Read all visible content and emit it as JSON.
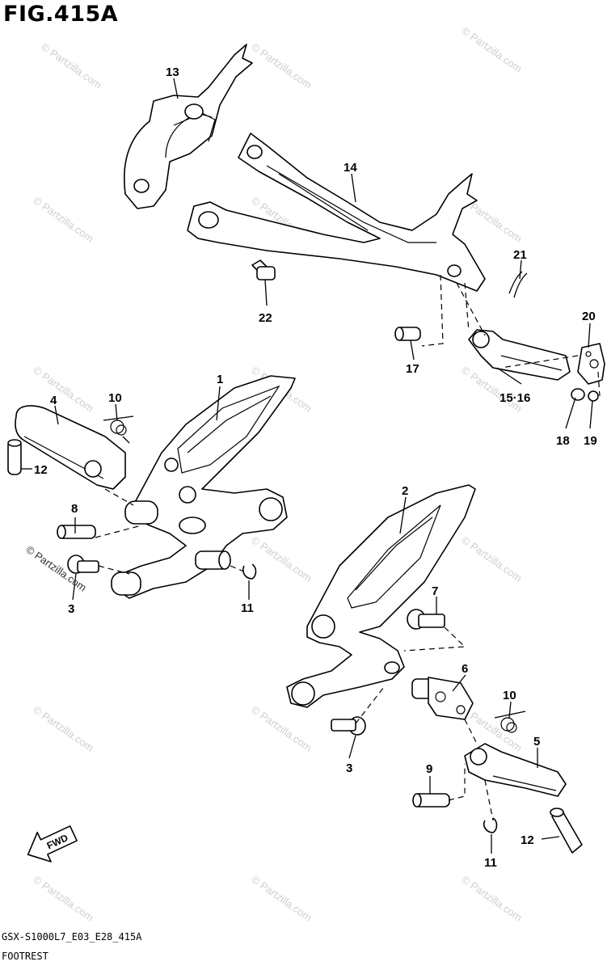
{
  "figure": {
    "title": "FIG.415A",
    "model_code": "GSX-S1000L7_E03_E28_415A",
    "section_name": "FOOTREST",
    "copyright": "© Partzilla.com",
    "watermark": "© Partzilla.com",
    "fwd_label": "FWD"
  },
  "callouts": [
    {
      "id": "c1",
      "label": "1"
    },
    {
      "id": "c2",
      "label": "2"
    },
    {
      "id": "c3a",
      "label": "3"
    },
    {
      "id": "c3b",
      "label": "3"
    },
    {
      "id": "c4",
      "label": "4"
    },
    {
      "id": "c5",
      "label": "5"
    },
    {
      "id": "c6",
      "label": "6"
    },
    {
      "id": "c7",
      "label": "7"
    },
    {
      "id": "c8",
      "label": "8"
    },
    {
      "id": "c9",
      "label": "9"
    },
    {
      "id": "c10a",
      "label": "10"
    },
    {
      "id": "c10b",
      "label": "10"
    },
    {
      "id": "c11a",
      "label": "11"
    },
    {
      "id": "c11b",
      "label": "11"
    },
    {
      "id": "c12a",
      "label": "12"
    },
    {
      "id": "c12b",
      "label": "12"
    },
    {
      "id": "c13",
      "label": "13"
    },
    {
      "id": "c14",
      "label": "14"
    },
    {
      "id": "c1516",
      "label": "15·16"
    },
    {
      "id": "c17",
      "label": "17"
    },
    {
      "id": "c18",
      "label": "18"
    },
    {
      "id": "c19",
      "label": "19"
    },
    {
      "id": "c20",
      "label": "20"
    },
    {
      "id": "c21",
      "label": "21"
    },
    {
      "id": "c22",
      "label": "22"
    }
  ]
}
